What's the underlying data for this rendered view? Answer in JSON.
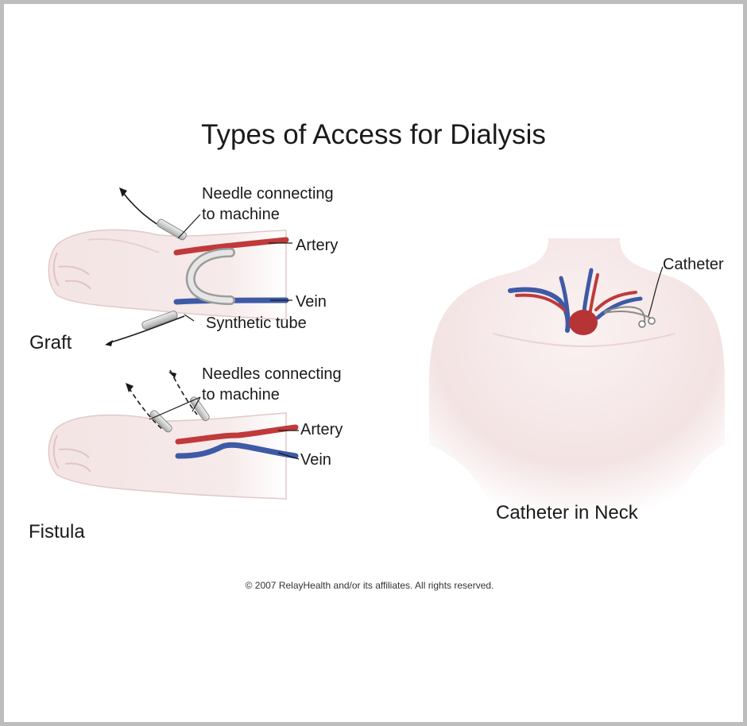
{
  "title": "Types of Access for Dialysis",
  "graft": {
    "section_label": "Graft",
    "needle_label_line1": "Needle connecting",
    "needle_label_line2": "to machine",
    "artery_label": "Artery",
    "vein_label": "Vein",
    "tube_label": "Synthetic tube"
  },
  "fistula": {
    "section_label": "Fistula",
    "needles_label_line1": "Needles connecting",
    "needles_label_line2": "to machine",
    "artery_label": "Artery",
    "vein_label": "Vein"
  },
  "catheter": {
    "section_label": "Catheter in Neck",
    "catheter_label": "Catheter"
  },
  "copyright": "© 2007 RelayHealth and/or its affiliates.  All rights reserved.",
  "colors": {
    "artery": "#c0393b",
    "vein": "#3e5aa6",
    "skin": "#f6e9e9",
    "skin_shadow": "#e5cccc",
    "tube": "#d8d8d8"
  }
}
